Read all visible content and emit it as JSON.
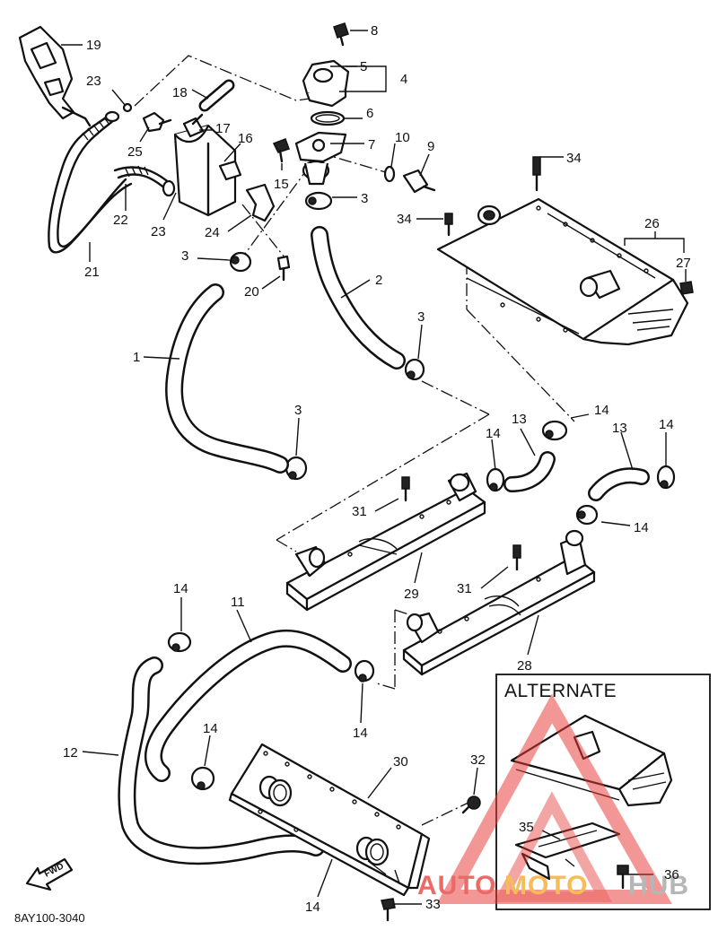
{
  "diagram": {
    "callouts": [
      {
        "id": "c19",
        "text": "19"
      },
      {
        "id": "c8",
        "text": "8"
      },
      {
        "id": "c5",
        "text": "5"
      },
      {
        "id": "c4",
        "text": "4"
      },
      {
        "id": "c23a",
        "text": "23"
      },
      {
        "id": "c18",
        "text": "18"
      },
      {
        "id": "c6",
        "text": "6"
      },
      {
        "id": "c17",
        "text": "17"
      },
      {
        "id": "c16",
        "text": "16"
      },
      {
        "id": "c7",
        "text": "7"
      },
      {
        "id": "c10",
        "text": "10"
      },
      {
        "id": "c9",
        "text": "9"
      },
      {
        "id": "c25",
        "text": "25"
      },
      {
        "id": "c15",
        "text": "15"
      },
      {
        "id": "c34a",
        "text": "34"
      },
      {
        "id": "c3a",
        "text": "3"
      },
      {
        "id": "c22",
        "text": "22"
      },
      {
        "id": "c23b",
        "text": "23"
      },
      {
        "id": "c24",
        "text": "24"
      },
      {
        "id": "c34b",
        "text": "34"
      },
      {
        "id": "c26",
        "text": "26"
      },
      {
        "id": "c21",
        "text": "21"
      },
      {
        "id": "c3b",
        "text": "3"
      },
      {
        "id": "c20",
        "text": "20"
      },
      {
        "id": "c27",
        "text": "27"
      },
      {
        "id": "c2",
        "text": "2"
      },
      {
        "id": "c1",
        "text": "1"
      },
      {
        "id": "c3c",
        "text": "3"
      },
      {
        "id": "c3d",
        "text": "3"
      },
      {
        "id": "c14a",
        "text": "14"
      },
      {
        "id": "c13a",
        "text": "13"
      },
      {
        "id": "c13b",
        "text": "13"
      },
      {
        "id": "c14b",
        "text": "14"
      },
      {
        "id": "c14c",
        "text": "14"
      },
      {
        "id": "c14d",
        "text": "14"
      },
      {
        "id": "c31a",
        "text": "31"
      },
      {
        "id": "c29",
        "text": "29"
      },
      {
        "id": "c31b",
        "text": "31"
      },
      {
        "id": "c14e",
        "text": "14"
      },
      {
        "id": "c11",
        "text": "11"
      },
      {
        "id": "c28",
        "text": "28"
      },
      {
        "id": "c14f",
        "text": "14"
      },
      {
        "id": "c12",
        "text": "12"
      },
      {
        "id": "c14g",
        "text": "14"
      },
      {
        "id": "c30",
        "text": "30"
      },
      {
        "id": "c32",
        "text": "32"
      },
      {
        "id": "c35",
        "text": "35"
      },
      {
        "id": "c36",
        "text": "36"
      },
      {
        "id": "c14h",
        "text": "14"
      },
      {
        "id": "c33",
        "text": "33"
      }
    ],
    "alternate_label": "ALTERNATE",
    "fwd_label": "FWD",
    "drawing_code": "8AY100-3040"
  },
  "watermark": {
    "part1": "AUTO",
    "part2": "MOTO",
    "part3": "HUB",
    "color_red": "#e53935",
    "color_orange": "#f5a623",
    "color_gray": "#9e9e9e"
  }
}
